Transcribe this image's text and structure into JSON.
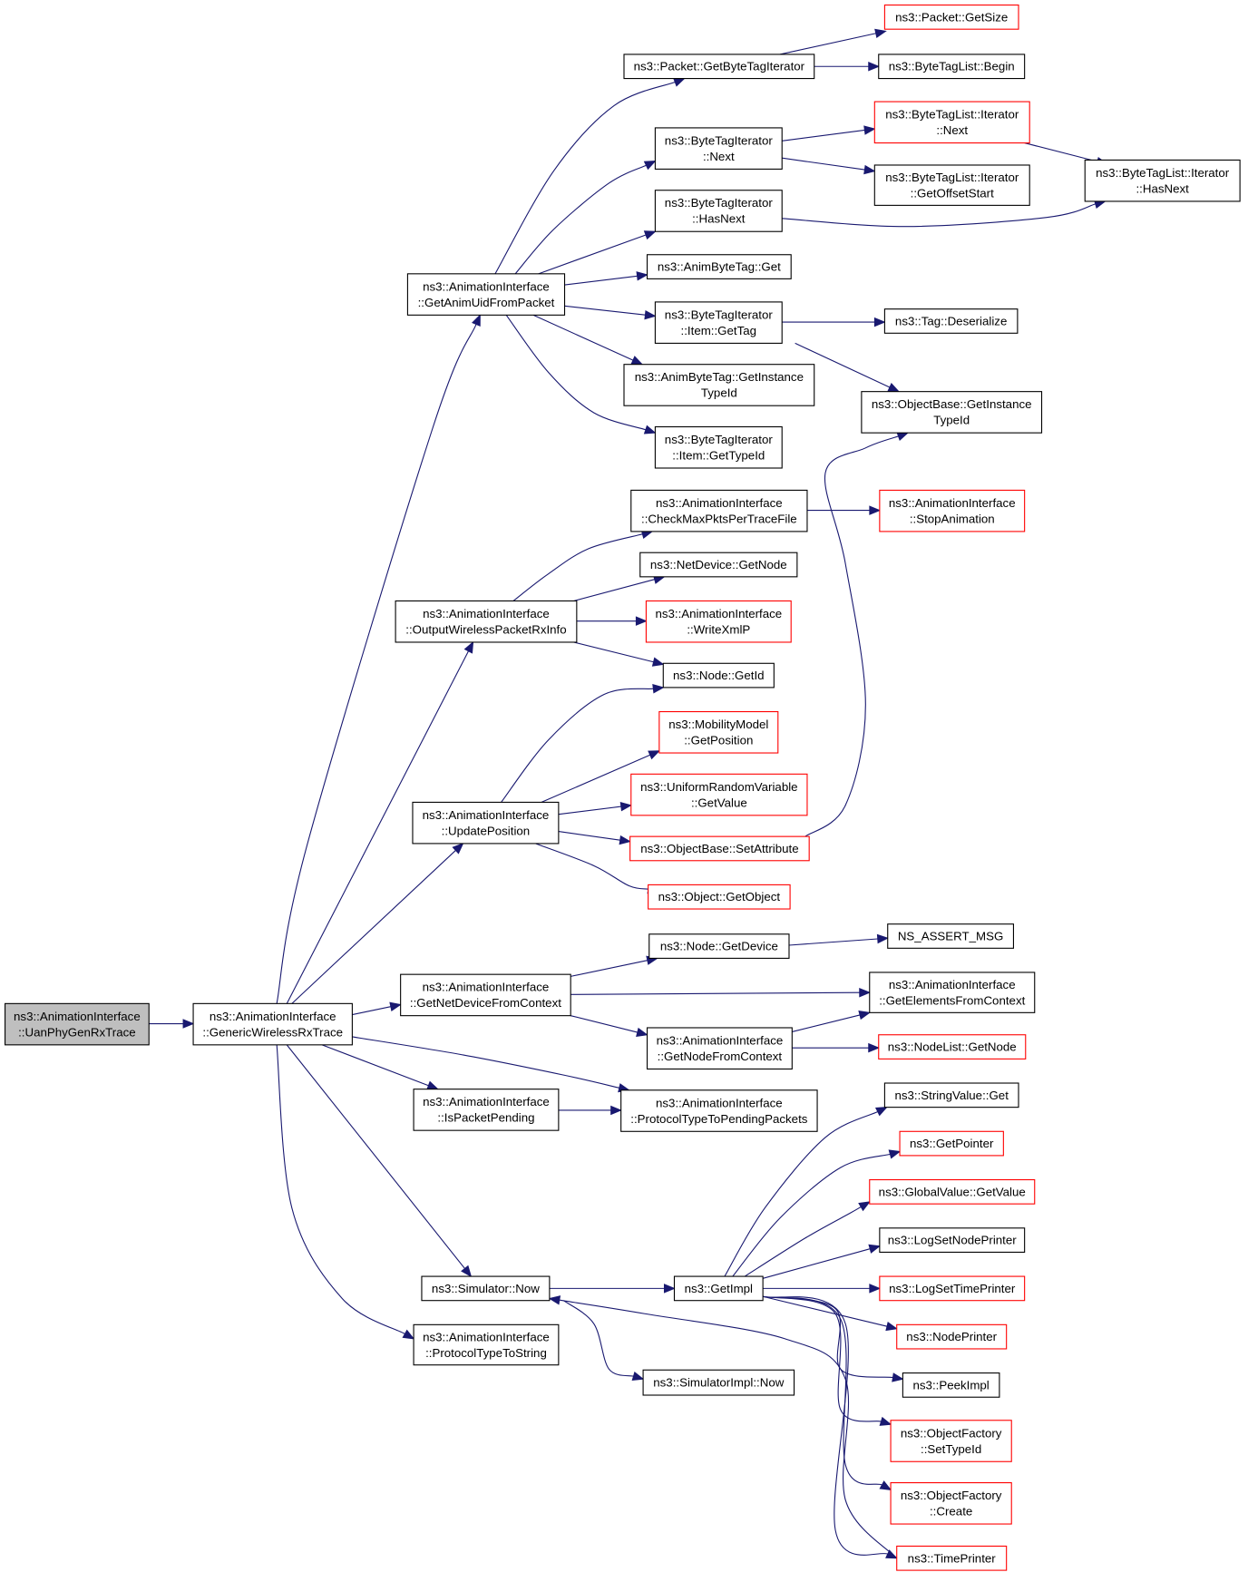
{
  "diagram": {
    "colors": {
      "edge": "#191970",
      "node_border": "#000000",
      "truncated_border": "#ff0000",
      "root_fill": "#bfbfbf"
    },
    "nodes": [
      {
        "id": "uanPhy",
        "lines": [
          "ns3::AnimationInterface",
          "::UanPhyGenRxTrace"
        ],
        "kind": "root"
      },
      {
        "id": "genWireless",
        "lines": [
          "ns3::AnimationInterface",
          "::GenericWirelessRxTrace"
        ],
        "kind": "normal"
      },
      {
        "id": "getAnimUid",
        "lines": [
          "ns3::AnimationInterface",
          "::GetAnimUidFromPacket"
        ],
        "kind": "normal"
      },
      {
        "id": "pktByteTagIter",
        "lines": [
          "ns3::Packet::GetByteTagIterator"
        ],
        "kind": "normal"
      },
      {
        "id": "pktGetSize",
        "lines": [
          "ns3::Packet::GetSize"
        ],
        "kind": "truncated"
      },
      {
        "id": "btlBegin",
        "lines": [
          "ns3::ByteTagList::Begin"
        ],
        "kind": "normal"
      },
      {
        "id": "btiNext",
        "lines": [
          "ns3::ByteTagIterator",
          "::Next"
        ],
        "kind": "normal"
      },
      {
        "id": "btliNext",
        "lines": [
          "ns3::ByteTagList::Iterator",
          "::Next"
        ],
        "kind": "truncated"
      },
      {
        "id": "btliOffset",
        "lines": [
          "ns3::ByteTagList::Iterator",
          "::GetOffsetStart"
        ],
        "kind": "normal"
      },
      {
        "id": "btliHasNext",
        "lines": [
          "ns3::ByteTagList::Iterator",
          "::HasNext"
        ],
        "kind": "normal"
      },
      {
        "id": "btiHasNext",
        "lines": [
          "ns3::ByteTagIterator",
          "::HasNext"
        ],
        "kind": "normal"
      },
      {
        "id": "animTagGet",
        "lines": [
          "ns3::AnimByteTag::Get"
        ],
        "kind": "normal"
      },
      {
        "id": "btiItemGetTag",
        "lines": [
          "ns3::ByteTagIterator",
          "::Item::GetTag"
        ],
        "kind": "normal"
      },
      {
        "id": "tagDeser",
        "lines": [
          "ns3::Tag::Deserialize"
        ],
        "kind": "normal"
      },
      {
        "id": "animTagInst",
        "lines": [
          "ns3::AnimByteTag::GetInstance",
          "TypeId"
        ],
        "kind": "normal"
      },
      {
        "id": "objBaseInst",
        "lines": [
          "ns3::ObjectBase::GetInstance",
          "TypeId"
        ],
        "kind": "normal"
      },
      {
        "id": "btiItemTypeId",
        "lines": [
          "ns3::ByteTagIterator",
          "::Item::GetTypeId"
        ],
        "kind": "normal"
      },
      {
        "id": "checkMax",
        "lines": [
          "ns3::AnimationInterface",
          "::CheckMaxPktsPerTraceFile"
        ],
        "kind": "normal"
      },
      {
        "id": "stopAnim",
        "lines": [
          "ns3::AnimationInterface",
          "::StopAnimation"
        ],
        "kind": "truncated"
      },
      {
        "id": "outWireless",
        "lines": [
          "ns3::AnimationInterface",
          "::OutputWirelessPacketRxInfo"
        ],
        "kind": "normal"
      },
      {
        "id": "netDevGetNode",
        "lines": [
          "ns3::NetDevice::GetNode"
        ],
        "kind": "normal"
      },
      {
        "id": "writeXmlP",
        "lines": [
          "ns3::AnimationInterface",
          "::WriteXmlP"
        ],
        "kind": "truncated"
      },
      {
        "id": "nodeGetId",
        "lines": [
          "ns3::Node::GetId"
        ],
        "kind": "normal"
      },
      {
        "id": "mobGetPos",
        "lines": [
          "ns3::MobilityModel",
          "::GetPosition"
        ],
        "kind": "truncated"
      },
      {
        "id": "updatePos",
        "lines": [
          "ns3::AnimationInterface",
          "::UpdatePosition"
        ],
        "kind": "normal"
      },
      {
        "id": "urvGetValue",
        "lines": [
          "ns3::UniformRandomVariable",
          "::GetValue"
        ],
        "kind": "truncated"
      },
      {
        "id": "objSetAttr",
        "lines": [
          "ns3::ObjectBase::SetAttribute"
        ],
        "kind": "truncated"
      },
      {
        "id": "objGetObject",
        "lines": [
          "ns3::Object::GetObject"
        ],
        "kind": "truncated"
      },
      {
        "id": "nodeGetDevice",
        "lines": [
          "ns3::Node::GetDevice"
        ],
        "kind": "normal"
      },
      {
        "id": "nsAssert",
        "lines": [
          "NS_ASSERT_MSG"
        ],
        "kind": "normal"
      },
      {
        "id": "getNetDev",
        "lines": [
          "ns3::AnimationInterface",
          "::GetNetDeviceFromContext"
        ],
        "kind": "normal"
      },
      {
        "id": "getElements",
        "lines": [
          "ns3::AnimationInterface",
          "::GetElementsFromContext"
        ],
        "kind": "normal"
      },
      {
        "id": "getNodeFromCtx",
        "lines": [
          "ns3::AnimationInterface",
          "::GetNodeFromContext"
        ],
        "kind": "normal"
      },
      {
        "id": "nodeListGetNode",
        "lines": [
          "ns3::NodeList::GetNode"
        ],
        "kind": "truncated"
      },
      {
        "id": "isPktPending",
        "lines": [
          "ns3::AnimationInterface",
          "::IsPacketPending"
        ],
        "kind": "normal"
      },
      {
        "id": "protoToPending",
        "lines": [
          "ns3::AnimationInterface",
          "::ProtocolTypeToPendingPackets"
        ],
        "kind": "normal"
      },
      {
        "id": "stringValueGet",
        "lines": [
          "ns3::StringValue::Get"
        ],
        "kind": "normal"
      },
      {
        "id": "getPointer",
        "lines": [
          "ns3::GetPointer"
        ],
        "kind": "truncated"
      },
      {
        "id": "globalGetValue",
        "lines": [
          "ns3::GlobalValue::GetValue"
        ],
        "kind": "truncated"
      },
      {
        "id": "logSetNodePrinter",
        "lines": [
          "ns3::LogSetNodePrinter"
        ],
        "kind": "normal"
      },
      {
        "id": "simNow",
        "lines": [
          "ns3::Simulator::Now"
        ],
        "kind": "normal"
      },
      {
        "id": "getImpl",
        "lines": [
          "ns3::GetImpl"
        ],
        "kind": "normal"
      },
      {
        "id": "logSetTimePrinter",
        "lines": [
          "ns3::LogSetTimePrinter"
        ],
        "kind": "truncated"
      },
      {
        "id": "nodePrinter",
        "lines": [
          "ns3::NodePrinter"
        ],
        "kind": "truncated"
      },
      {
        "id": "protoToString",
        "lines": [
          "ns3::AnimationInterface",
          "::ProtocolTypeToString"
        ],
        "kind": "normal"
      },
      {
        "id": "peekImpl",
        "lines": [
          "ns3::PeekImpl"
        ],
        "kind": "normal"
      },
      {
        "id": "simImplNow",
        "lines": [
          "ns3::SimulatorImpl::Now"
        ],
        "kind": "normal"
      },
      {
        "id": "ofSetTypeId",
        "lines": [
          "ns3::ObjectFactory",
          "::SetTypeId"
        ],
        "kind": "truncated"
      },
      {
        "id": "ofCreate",
        "lines": [
          "ns3::ObjectFactory",
          "::Create"
        ],
        "kind": "truncated"
      },
      {
        "id": "timePrinter",
        "lines": [
          "ns3::TimePrinter"
        ],
        "kind": "truncated"
      }
    ],
    "edges": [
      [
        "uanPhy",
        "genWireless"
      ],
      [
        "genWireless",
        "getAnimUid"
      ],
      [
        "getAnimUid",
        "pktByteTagIter"
      ],
      [
        "pktByteTagIter",
        "pktGetSize"
      ],
      [
        "pktByteTagIter",
        "btlBegin"
      ],
      [
        "getAnimUid",
        "btiNext"
      ],
      [
        "btiNext",
        "btliNext"
      ],
      [
        "btiNext",
        "btliOffset"
      ],
      [
        "btliNext",
        "btliHasNext"
      ],
      [
        "getAnimUid",
        "btiHasNext"
      ],
      [
        "btiHasNext",
        "btliHasNext"
      ],
      [
        "getAnimUid",
        "animTagGet"
      ],
      [
        "getAnimUid",
        "btiItemGetTag"
      ],
      [
        "btiItemGetTag",
        "tagDeser"
      ],
      [
        "btiItemGetTag",
        "objBaseInst"
      ],
      [
        "getAnimUid",
        "animTagInst"
      ],
      [
        "getAnimUid",
        "btiItemTypeId"
      ],
      [
        "genWireless",
        "outWireless"
      ],
      [
        "outWireless",
        "checkMax"
      ],
      [
        "checkMax",
        "stopAnim"
      ],
      [
        "outWireless",
        "netDevGetNode"
      ],
      [
        "outWireless",
        "writeXmlP"
      ],
      [
        "outWireless",
        "nodeGetId"
      ],
      [
        "genWireless",
        "updatePos"
      ],
      [
        "updatePos",
        "nodeGetId"
      ],
      [
        "updatePos",
        "mobGetPos"
      ],
      [
        "updatePos",
        "urvGetValue"
      ],
      [
        "updatePos",
        "objSetAttr"
      ],
      [
        "objSetAttr",
        "objBaseInst"
      ],
      [
        "updatePos",
        "objGetObject"
      ],
      [
        "genWireless",
        "getNetDev"
      ],
      [
        "getNetDev",
        "nodeGetDevice"
      ],
      [
        "nodeGetDevice",
        "nsAssert"
      ],
      [
        "getNetDev",
        "getElements"
      ],
      [
        "getNetDev",
        "getNodeFromCtx"
      ],
      [
        "getNodeFromCtx",
        "getElements"
      ],
      [
        "getNodeFromCtx",
        "nodeListGetNode"
      ],
      [
        "genWireless",
        "isPktPending"
      ],
      [
        "isPktPending",
        "protoToPending"
      ],
      [
        "genWireless",
        "protoToPending"
      ],
      [
        "genWireless",
        "simNow"
      ],
      [
        "simNow",
        "getImpl"
      ],
      [
        "simNow",
        "simImplNow"
      ],
      [
        "getImpl",
        "stringValueGet"
      ],
      [
        "getImpl",
        "getPointer"
      ],
      [
        "getImpl",
        "globalGetValue"
      ],
      [
        "getImpl",
        "logSetNodePrinter"
      ],
      [
        "getImpl",
        "logSetTimePrinter"
      ],
      [
        "getImpl",
        "nodePrinter"
      ],
      [
        "getImpl",
        "peekImpl"
      ],
      [
        "getImpl",
        "ofSetTypeId"
      ],
      [
        "getImpl",
        "ofCreate"
      ],
      [
        "getImpl",
        "timePrinter"
      ],
      [
        "timePrinter",
        "simNow"
      ],
      [
        "genWireless",
        "protoToString"
      ]
    ]
  }
}
